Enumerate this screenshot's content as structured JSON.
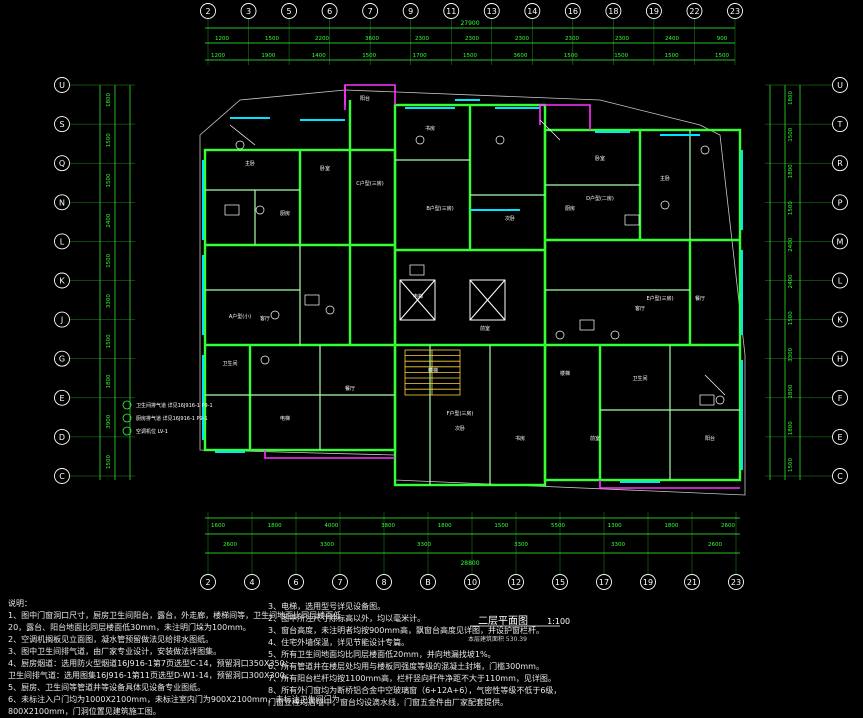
{
  "colors": {
    "background": "#000000",
    "wall": "#33ff33",
    "wall_light": "#a8ffa8",
    "window": "#00e5ff",
    "balcony": "#ff33ff",
    "dimension": "#33ff33",
    "axis_circle": "#ffffff",
    "text": "#ffffff",
    "outline": "#c8c8c8"
  },
  "top_axes": [
    "2",
    "3",
    "5",
    "6",
    "7",
    "9",
    "11",
    "13",
    "14",
    "16",
    "18",
    "19",
    "22",
    "23"
  ],
  "bottom_axes": [
    "2",
    "4",
    "6",
    "7",
    "8",
    "B",
    "10",
    "12",
    "15",
    "17",
    "19",
    "21",
    "23"
  ],
  "left_axes": [
    "U",
    "S",
    "Q",
    "N",
    "L",
    "K",
    "J",
    "G",
    "E",
    "D",
    "C"
  ],
  "right_axes": [
    "U",
    "T",
    "R",
    "P",
    "M",
    "L",
    "K",
    "H",
    "F",
    "E",
    "C"
  ],
  "top_dims": {
    "overall": "27900",
    "row2": [
      "1200",
      "1500",
      "2200",
      "3600",
      "2300",
      "2300",
      "2300",
      "2300",
      "2300",
      "2400",
      "900"
    ],
    "row3": [
      "1200",
      "1900",
      "1400",
      "1500",
      "1700",
      "1500",
      "3600",
      "1500",
      "1500",
      "1500",
      "1500"
    ]
  },
  "bottom_dims": {
    "overall": "28800",
    "row1": [
      "1600",
      "1800",
      "4000",
      "3800",
      "1800",
      "1500",
      "5500",
      "1300",
      "1800",
      "2600"
    ],
    "row2": [
      "2600",
      "3300",
      "3300",
      "3300",
      "3300",
      "2600"
    ]
  },
  "left_dims": [
    "1800",
    "1500",
    "1500",
    "2400",
    "1500",
    "3300",
    "1500",
    "1800",
    "3900",
    "1500"
  ],
  "right_dims": [
    "1800",
    "1500",
    "1800",
    "1500",
    "2400",
    "2400",
    "1500",
    "3300",
    "1800",
    "1800",
    "1500"
  ],
  "room_labels": [
    "卧室",
    "主卧",
    "客厅",
    "餐厅",
    "厨房",
    "卫生间",
    "阳台",
    "书房",
    "次卧",
    "电梯",
    "前室",
    "楼梯"
  ],
  "unit_labels": [
    "A户型(小)",
    "B户型(三房)",
    "C户型(三房)",
    "D户型(二房)",
    "E户型(三房)",
    "F户型(三房)"
  ],
  "title": "二层平面图",
  "scale": "1:100",
  "area_note": "本层建筑面积 530.39",
  "legend": [
    "卫生间排气道 详见16J916-1 P9-1",
    "厨房排气道 详见16J916-1 P9-1",
    "空调机位 LV-1"
  ],
  "notes_left": [
    "说明：",
    "1、图中门窗洞口尺寸，厨房卫生间阳台，露台，外走廊，楼梯间等，卫生间地面比同层楼面低",
    "   20，露台、阳台地面比同层楼面低30mm，未注明门垛为100mm。",
    "2、空调机搁板见立面图，凝水管预留做法见给排水图纸。",
    "3、图中卫生间排气道，由厂家专业设计，安装做法详图集。",
    "4、厨房烟道：选用防火型烟道16J916-1第7页选型C-14，预留洞口350X350；",
    "   卫生间排气道：选用图集16J916-1第11页选型D-W1-14，预留洞口300X300。",
    "5、厨房、卫生间等管道井等设备具体见设备专业图纸。",
    "6、未标注入户门均为1000X2100mm，未标注室内门为900X2100mm，未标注卫生间门为",
    "   800X2100mm，门洞位置见建筑施工图。"
  ],
  "notes_right": [
    "3、电梯，选用型号详见设备图。",
    "2、图中所注尺寸除标高以外，均以毫米计。",
    "3、窗台高度，未注明者均按900mm高，飘窗台高度见详图，并设护窗栏杆。",
    "4、住宅外墙保温，详见节能设计专篇。",
    "5、所有卫生间地面均比同层楼面低20mm，并向地漏找坡1%。",
    "6、所有管道井在楼层处均用与楼板同强度等级的混凝土封堵，门槛300mm。",
    "7、所有阳台栏杆均按1100mm高，栏杆竖向杆件净距不大于110mm，见详图。",
    "8、所有外门窗均为断桥铝合金中空玻璃窗（6+12A+6），气密性等级不低于6级，",
    "   门窗立樘均居墙中，窗台均设滴水线，门窗五金件由厂家配套提供。"
  ]
}
